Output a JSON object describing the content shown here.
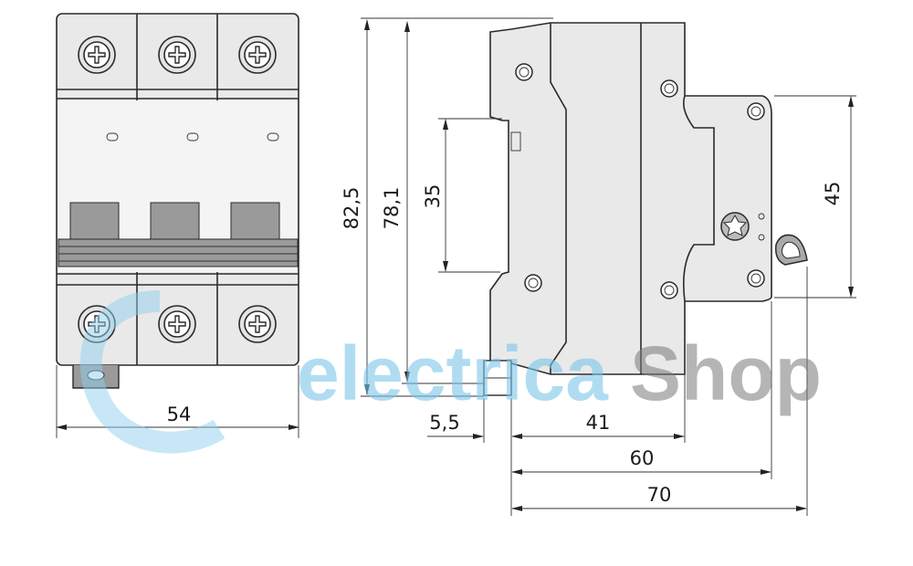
{
  "drawing": {
    "front_view": {
      "width_label": "54",
      "poles": 3
    },
    "side_view": {
      "height_total_label": "82,5",
      "height_body_label": "78,1",
      "din_rail_label": "35",
      "front_height_label": "45",
      "rail_offset_label": "5,5",
      "depth_41_label": "41",
      "depth_60_label": "60",
      "depth_70_label": "70"
    }
  },
  "watermark": {
    "part1": "electrica",
    "part2": "Shop"
  },
  "colors": {
    "line": "#2a2a2a",
    "handle": "#9a9a9a",
    "watermark_blue": "#7cc6ea",
    "watermark_gray": "#7a7a7a"
  }
}
